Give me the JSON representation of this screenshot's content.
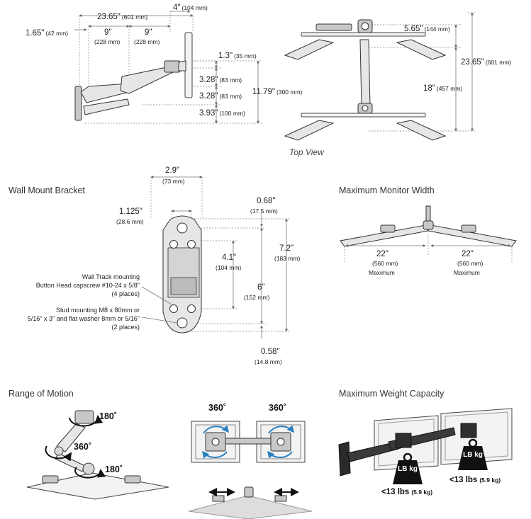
{
  "side_view": {
    "d_overall": "23.65\"",
    "d_overall_mm": "(601 mm)",
    "d_top": "4\"",
    "d_top_mm": "(104 mm)",
    "d_left": "1.65\"",
    "d_left_mm": "(42 mm)",
    "d_seg1": "9\"",
    "d_seg1_mm": "(228 mm)",
    "d_seg2": "9\"",
    "d_seg2_mm": "(228 mm)",
    "d_r1": "1.3\"",
    "d_r1_mm": "(35 mm)",
    "d_r2": "3.28\"",
    "d_r2_mm": "(83 mm)",
    "d_r3": "3.28\"",
    "d_r3_mm": "(83 mm)",
    "d_r4": "3.93\"",
    "d_r4_mm": "(100 mm)",
    "d_height": "11.79\"",
    "d_height_mm": "(300 mm)"
  },
  "top_view": {
    "label": "Top View",
    "d1": "5.65\"",
    "d1_mm": "(144 mm)",
    "d2": "23.65\"",
    "d2_mm": "(601 mm)",
    "d3": "18\"",
    "d3_mm": "(457 mm)"
  },
  "bracket": {
    "title": "Wall Mount Bracket",
    "d_width": "2.9\"",
    "d_width_mm": "(73 mm)",
    "d_hole": "1.125\"",
    "d_hole_mm": "(28.6 mm)",
    "d_top_off": "0.68\"",
    "d_top_off_mm": "(17.5 mm)",
    "d_inner": "4.1\"",
    "d_inner_mm": "(104 mm)",
    "d_total": "7.2\"",
    "d_total_mm": "(183 mm)",
    "d_mid": "6\"",
    "d_mid_mm": "(152 mm)",
    "d_bot_off": "0.58\"",
    "d_bot_off_mm": "(14.8 mm)",
    "note1_l1": "Wall Track mounting",
    "note1_l2": "Button Head capscrew #10-24 x 5/8\"",
    "note1_l3": "(4 places)",
    "note2_l1": "Stud mounting M8 x 80mm or",
    "note2_l2": "5/16\" x 3\" and flat washer 8mm or 5/16\"",
    "note2_l3": "(2 places)"
  },
  "max_width": {
    "title": "Maximum Monitor Width",
    "left_val": "22\"",
    "left_mm": "(560 mm)",
    "left_cap": "Maximum",
    "right_val": "22\"",
    "right_mm": "(560 mm)",
    "right_cap": "Maximum"
  },
  "range_of_motion": {
    "title": "Range of Motion",
    "rot1": "180˚",
    "rot2": "360˚",
    "rot3": "180˚"
  },
  "rotation": {
    "left": "360˚",
    "right": "360˚"
  },
  "weight": {
    "title": "Maximum Weight Capacity",
    "badge": "LB kg",
    "left_val": "<13 lbs",
    "left_kg": "(5.9 kg)",
    "right_val": "<13 lbs",
    "right_kg": "(5.9 kg)"
  }
}
